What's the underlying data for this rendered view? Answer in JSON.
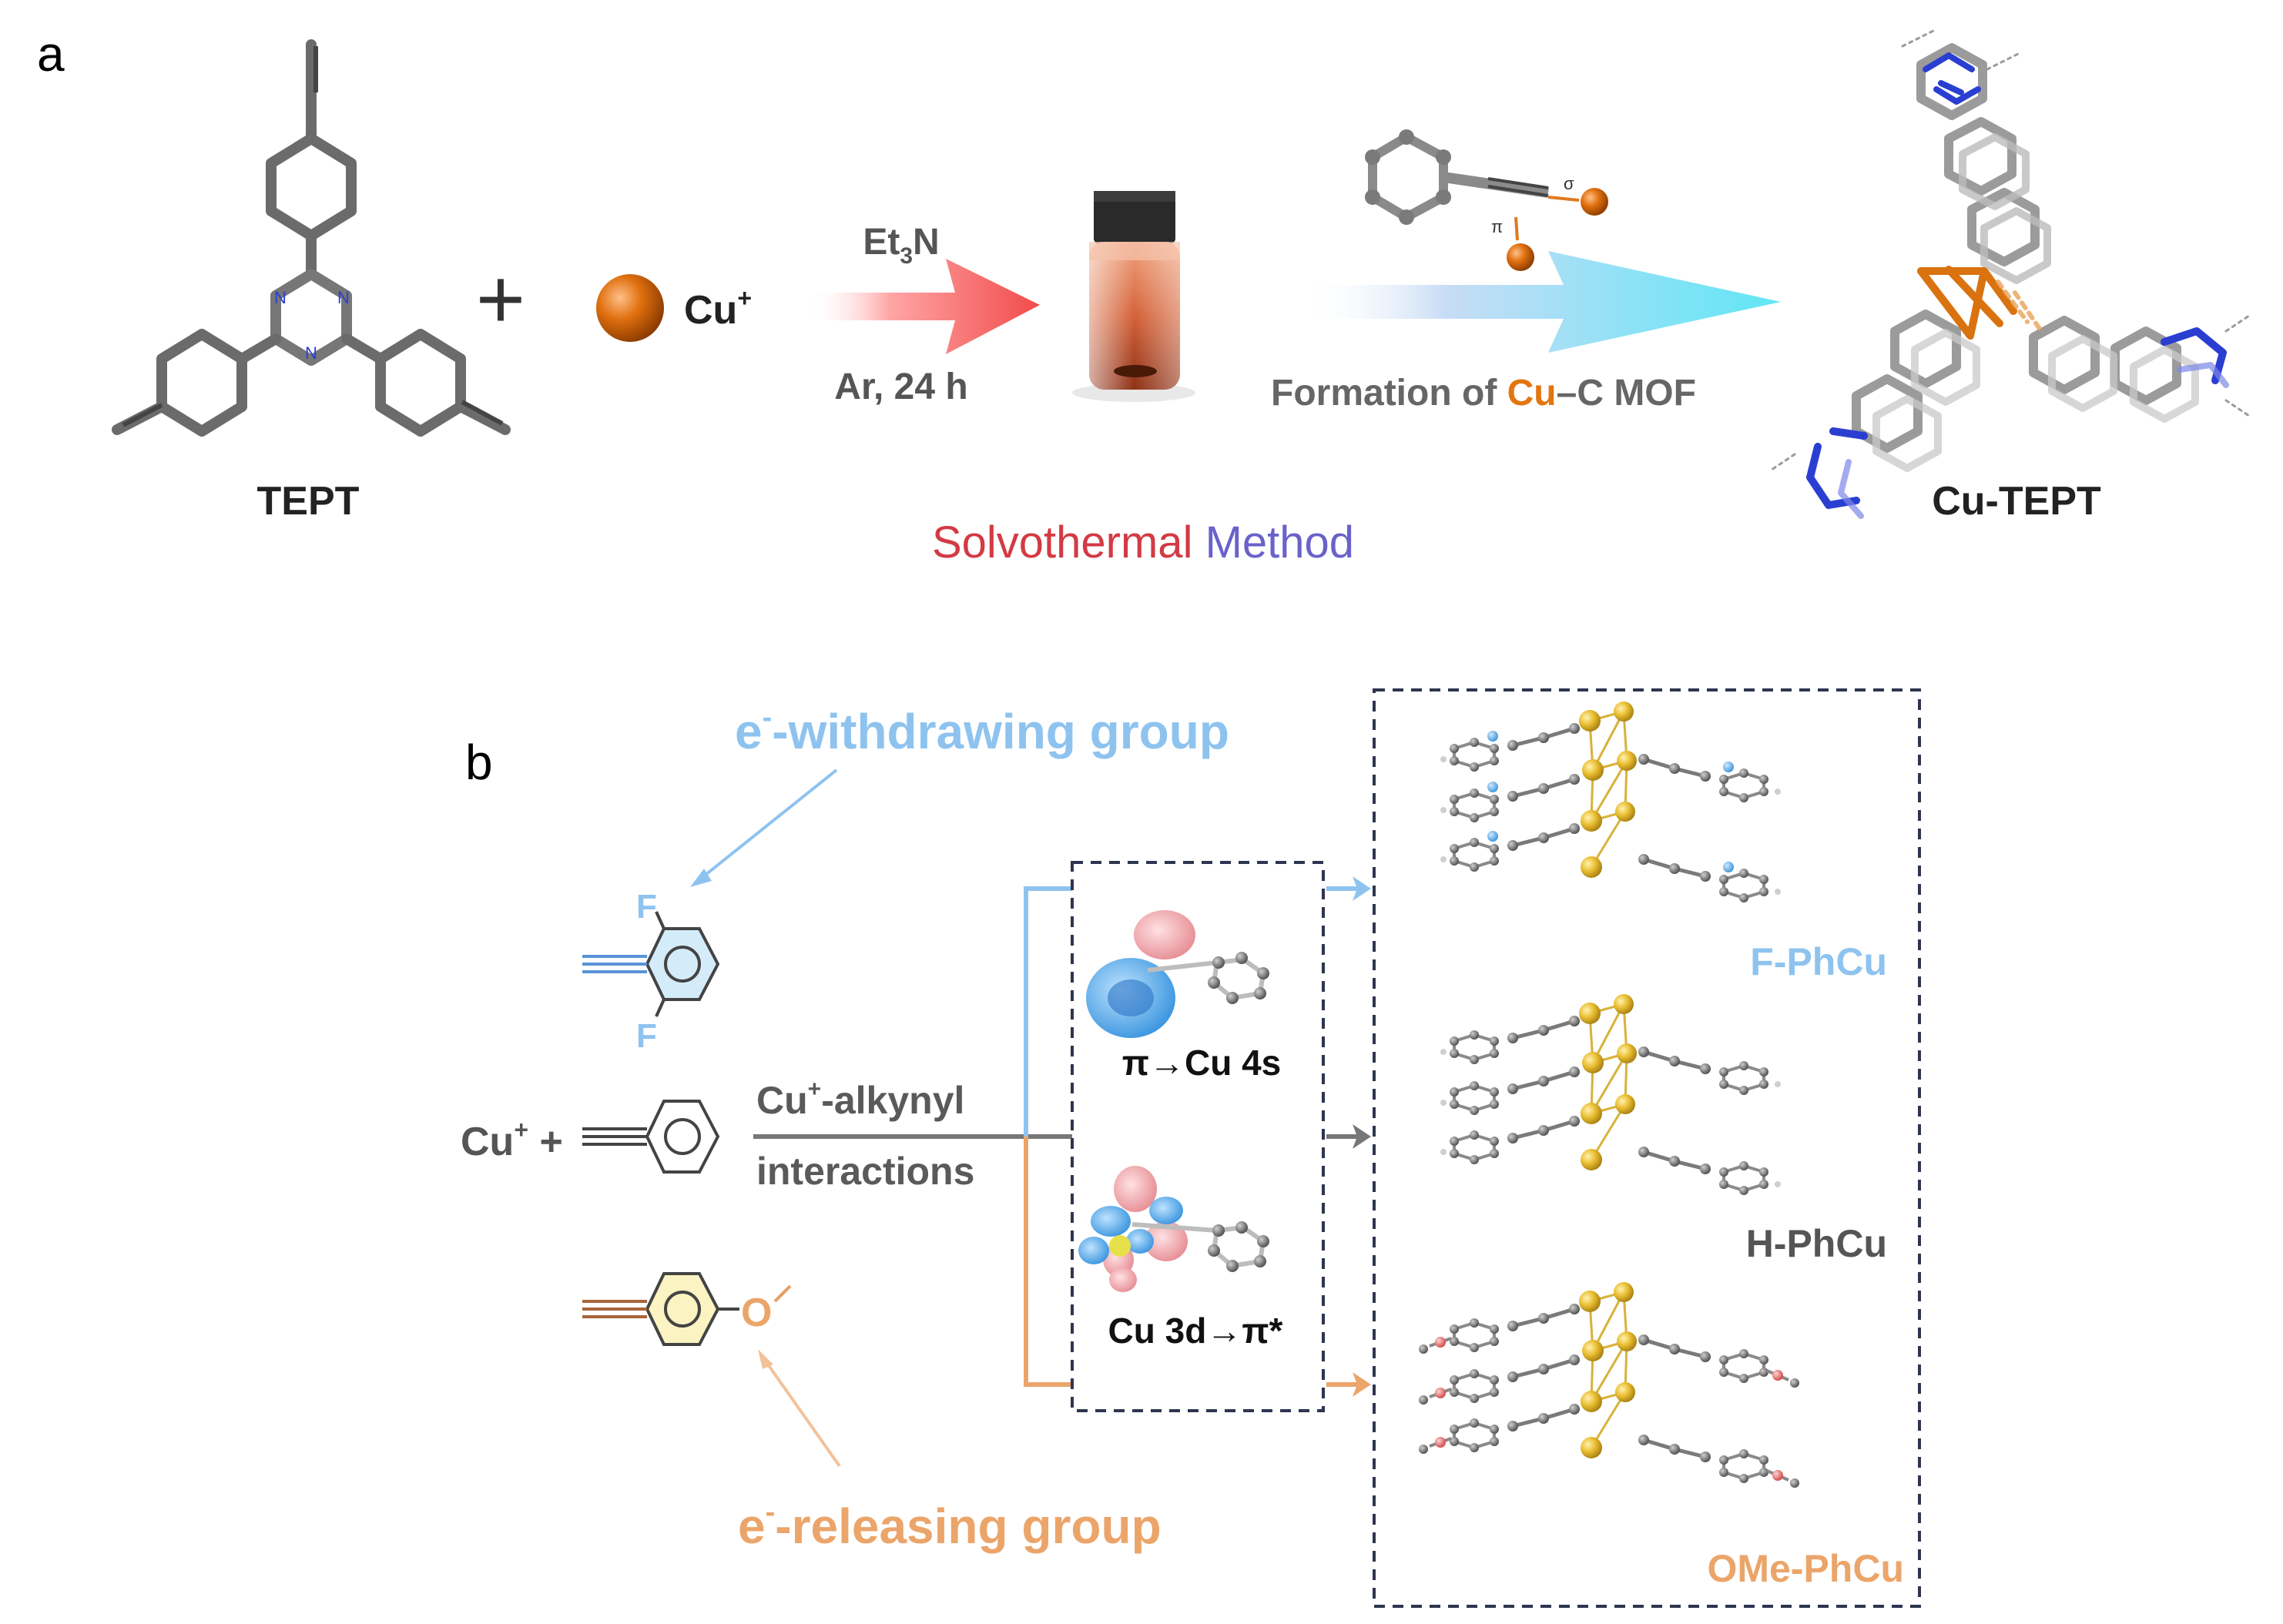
{
  "panel_a": {
    "label": "a",
    "tept_label": "TEPT",
    "plus": "+",
    "cu_ion_base": "Cu",
    "cu_ion_sup": "+",
    "reagent_top_pre": "Et",
    "reagent_top_sub": "3",
    "reagent_top_post": "N",
    "reagent_bottom": "Ar, 24 h",
    "sigma": "σ",
    "pi": "π",
    "formation_pre": "Formation of ",
    "formation_cu": "Cu",
    "formation_post": "–C MOF",
    "product_label": "Cu-TEPT",
    "method_part1": "Solvothermal",
    "method_part2": " Method"
  },
  "panel_b": {
    "label": "b",
    "withdrawing_pre": "e",
    "withdrawing_sup": "-",
    "withdrawing_post": "-withdrawing group",
    "releasing_pre": "e",
    "releasing_sup": "-",
    "releasing_post": "-releasing group",
    "fluorine_top": "F",
    "fluorine_bottom": "F",
    "oxygen": "O",
    "cu_plus_base": "Cu",
    "cu_plus_sup": "+",
    "cu_plus_post": " +",
    "interaction_line1_pre": "Cu",
    "interaction_line1_sup": "+",
    "interaction_line1_post": "-alkynyl",
    "interaction_line2": "interactions",
    "orbital_top": "π→Cu 4s",
    "orbital_bottom": "Cu 3d→π*",
    "product_f": "F-PhCu",
    "product_h": "H-PhCu",
    "product_ome": "OMe-PhCu"
  },
  "colors": {
    "blue": "#8ec3ef",
    "orange": "#eba56a",
    "gray": "#6e6e6e",
    "copper": "#d9720f",
    "sulfur_gold": "#e7b92b",
    "nitrogen": "#2a3fd1",
    "red_text": "#d1303c",
    "purple_text": "#6a62c9",
    "dash_navy": "#2e3550"
  }
}
